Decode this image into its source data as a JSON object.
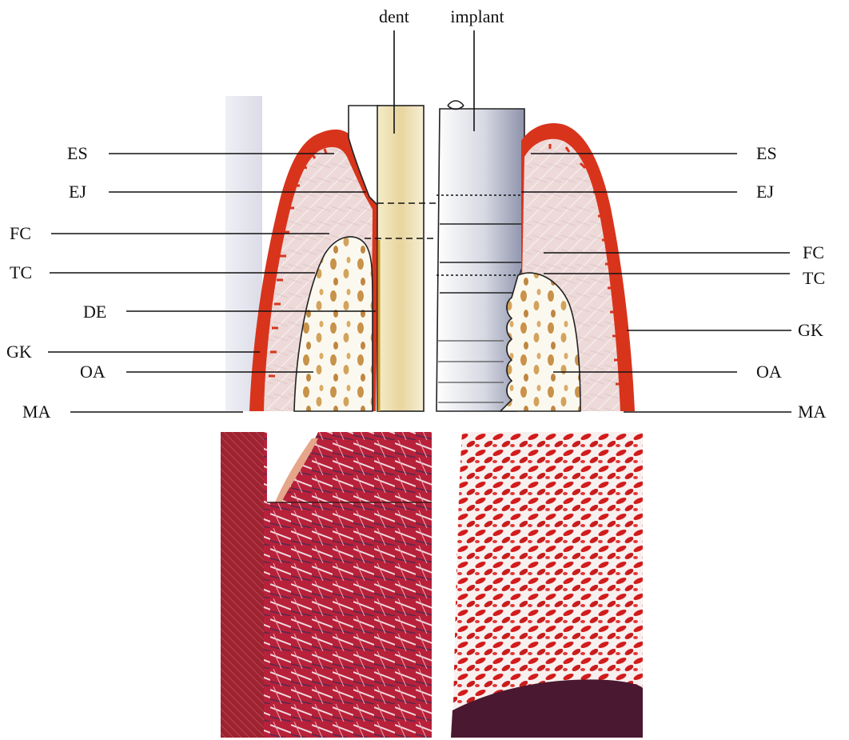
{
  "header": {
    "dent": "dent",
    "implant": "implant"
  },
  "labels_left": [
    "ES",
    "EJ",
    "FC",
    "TC",
    "DE",
    "GK",
    "OA",
    "MA"
  ],
  "labels_right": [
    "ES",
    "EJ",
    "FC",
    "TC",
    "GK",
    "OA",
    "MA"
  ],
  "colors": {
    "epithelium": "#d8341c",
    "connective_tissue": "#ecd9d8",
    "bone": "#fbf9ef",
    "bone_trabecula": "#c9924a",
    "dentin": "#ead9a4",
    "implant_metal": "#c9cad6",
    "histology_red": "#b01c2c"
  }
}
